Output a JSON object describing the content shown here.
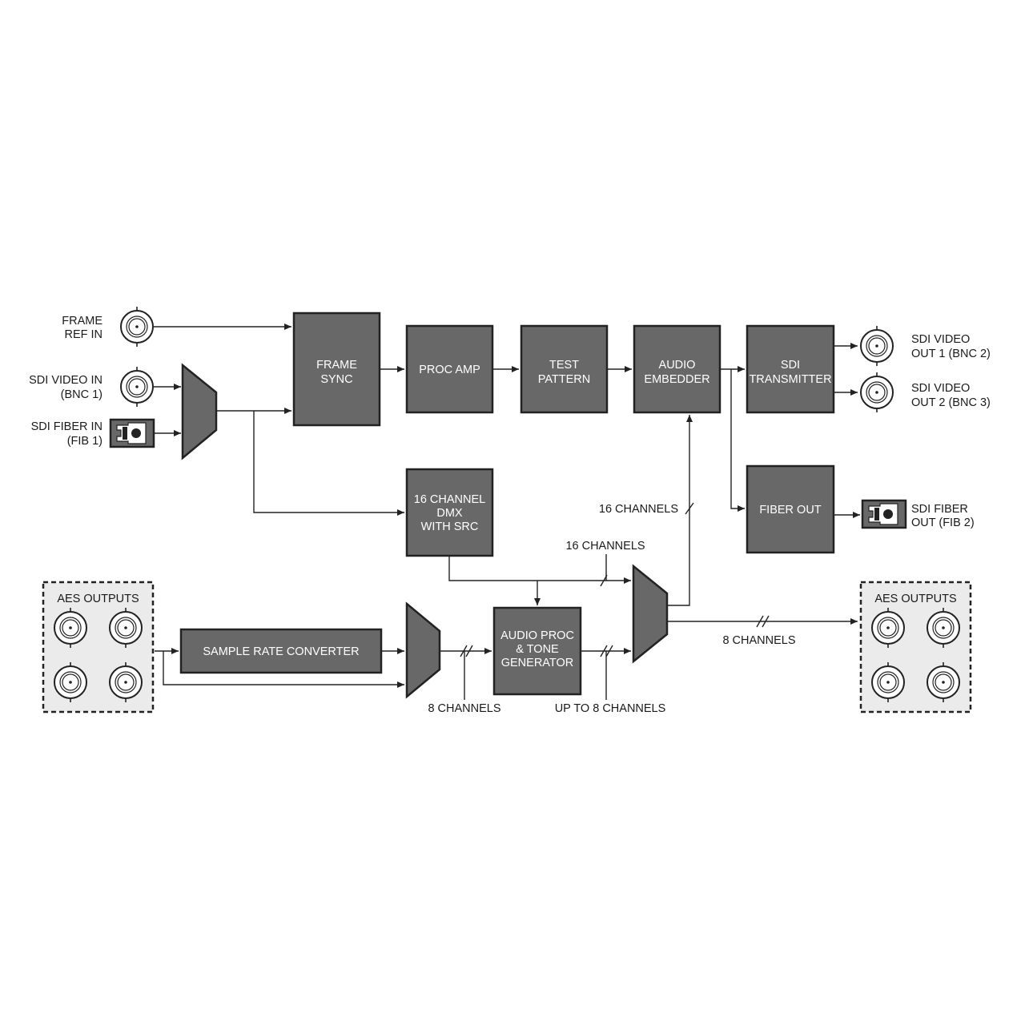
{
  "blocks": {
    "frame_sync": [
      "FRAME",
      "SYNC"
    ],
    "proc_amp": [
      "PROC AMP"
    ],
    "test_pattern": [
      "TEST",
      "PATTERN"
    ],
    "audio_embedder": [
      "AUDIO",
      "EMBEDDER"
    ],
    "sdi_transmitter": [
      "SDI",
      "TRANSMITTER"
    ],
    "fiber_out": [
      "FIBER OUT"
    ],
    "dmx": [
      "16 CHANNEL",
      "DMX",
      "WITH SRC"
    ],
    "sample_rate_converter": [
      "SAMPLE RATE CONVERTER"
    ],
    "audio_proc": [
      "AUDIO PROC",
      "& TONE",
      "GENERATOR"
    ]
  },
  "ports": {
    "frame_ref_in": [
      "FRAME",
      "REF IN"
    ],
    "sdi_video_in": [
      "SDI VIDEO IN",
      "(BNC 1)"
    ],
    "sdi_fiber_in": [
      "SDI FIBER IN",
      "(FIB 1)"
    ],
    "sdi_video_out1": [
      "SDI VIDEO",
      "OUT 1 (BNC 2)"
    ],
    "sdi_video_out2": [
      "SDI VIDEO",
      "OUT 2 (BNC 3)"
    ],
    "sdi_fiber_out": [
      "SDI FIBER",
      "OUT (FIB 2)"
    ]
  },
  "aes": {
    "left_title": "AES OUTPUTS",
    "right_title": "AES OUTPUTS"
  },
  "channel_labels": {
    "to_embedder": "16 CHANNELS",
    "dmx_to_mux": "16 CHANNELS",
    "mux_to_aes": "8 CHANNELS",
    "src_to_proc": "8 CHANNELS",
    "proc_to_mux": "UP TO 8 CHANNELS"
  },
  "colors": {
    "block_fill": "#686868",
    "block_stroke": "#222222",
    "aes_panel_fill": "#ebebeb"
  }
}
